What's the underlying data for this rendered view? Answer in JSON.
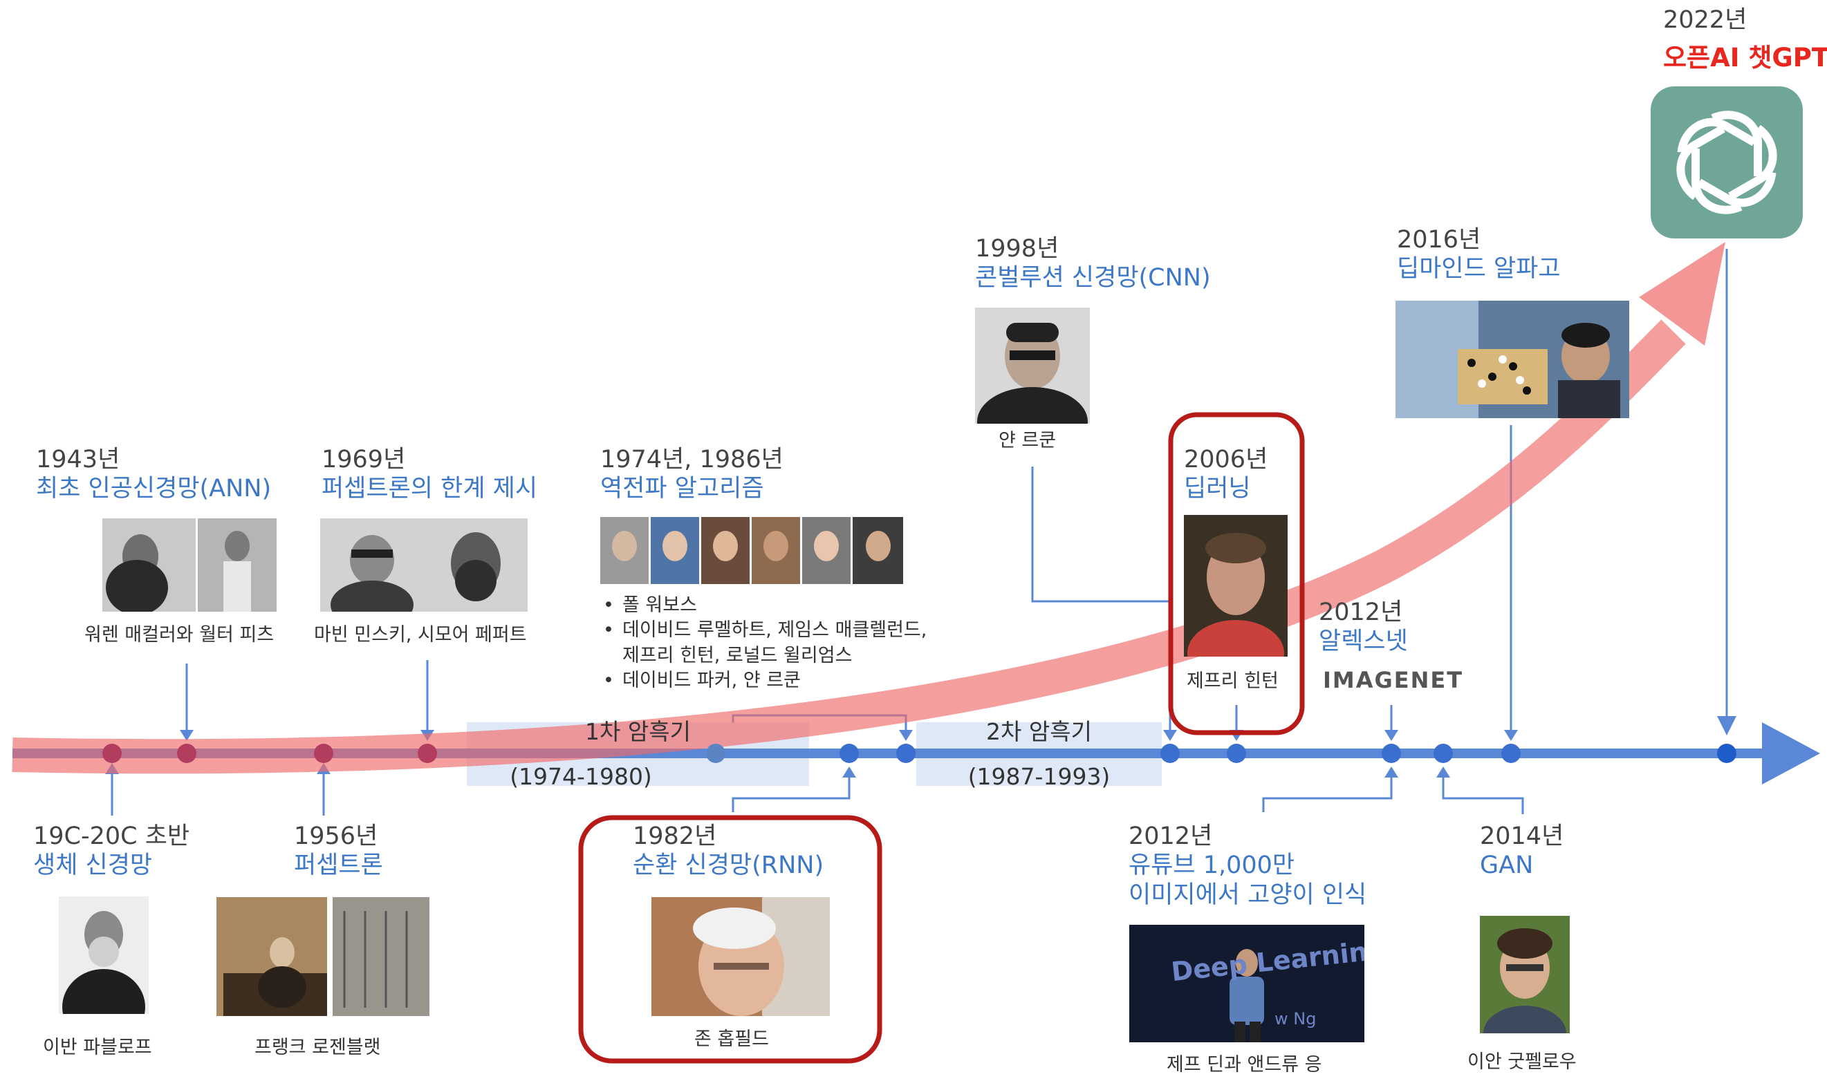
{
  "colors": {
    "axis": "#5a87d6",
    "label_blue": "#3d78c6",
    "dot": "#3a6fcf",
    "red_dot": "#b33d5e",
    "arrow_red": "#f06a6a",
    "highlight": "#b61b17",
    "period_band": "#dfe8f6",
    "chatgpt_bg": "#6fa698",
    "chatgpt_red": "#e8281f"
  },
  "periods": [
    {
      "name": "1차 암흑기",
      "years": "(1974-1980)"
    },
    {
      "name": "2차 암흑기",
      "years": "(1987-1993)"
    }
  ],
  "events": {
    "e1943": {
      "year": "1943년",
      "title": "최초 인공신경망(ANN)",
      "caption": "워렌 매컬러와 월터 피츠",
      "photo_icon": "portrait-photos"
    },
    "e1969": {
      "year": "1969년",
      "title": "퍼셉트론의 한계 제시",
      "caption": "마빈 민스키, 시모어 페퍼트",
      "photo_icon": "portrait-photos"
    },
    "e1974": {
      "year": "1974년, 1986년",
      "title": "역전파 알고리즘",
      "notes": [
        "폴 워보스",
        "데이비드 루멜하트, 제임스 매클렐런드,",
        "제프리 힌턴, 로널드 윌리엄스",
        "데이비드 파커, 얀 르쿤"
      ],
      "photo_icon": "portrait-strip"
    },
    "e1998": {
      "year": "1998년",
      "title": "콘벌루션 신경망(CNN)",
      "caption": "얀 르쿤",
      "photo_icon": "portrait-photo"
    },
    "e2006": {
      "year": "2006년",
      "title": "딥러닝",
      "caption": "제프리 힌턴",
      "photo_icon": "portrait-photo"
    },
    "e2012a": {
      "year": "2012년",
      "title": "알렉스넷",
      "logo": "IMAGENET"
    },
    "e2016": {
      "year": "2016년",
      "title": "딥마인드 알파고",
      "photo_icon": "go-game-photo"
    },
    "e2022": {
      "year": "2022년",
      "title": "오픈AI 챗GPT",
      "icon": "chatgpt-logo-icon"
    },
    "e19c": {
      "year": "19C-20C 초반",
      "title": "생체 신경망",
      "caption": "이반 파블로프",
      "photo_icon": "portrait-photo"
    },
    "e1956": {
      "year": "1956년",
      "title": "퍼셉트론",
      "caption": "프랭크 로젠블랫",
      "photo_icon": "perceptron-photos"
    },
    "e1982": {
      "year": "1982년",
      "title": "순환 신경망(RNN)",
      "caption": "존 홉필드",
      "photo_icon": "portrait-photo"
    },
    "e2012b": {
      "year": "2012년",
      "title_lines": [
        "유튜브 1,000만",
        "이미지에서 고양이 인식"
      ],
      "caption": "제프 딘과 앤드류 응",
      "photo_icon": "stage-photo",
      "photo_text": "Deep Learning",
      "photo_subtext": "w Ng"
    },
    "e2014": {
      "year": "2014년",
      "title": "GAN",
      "caption": "이안 굿펠로우",
      "photo_icon": "portrait-photo"
    }
  }
}
